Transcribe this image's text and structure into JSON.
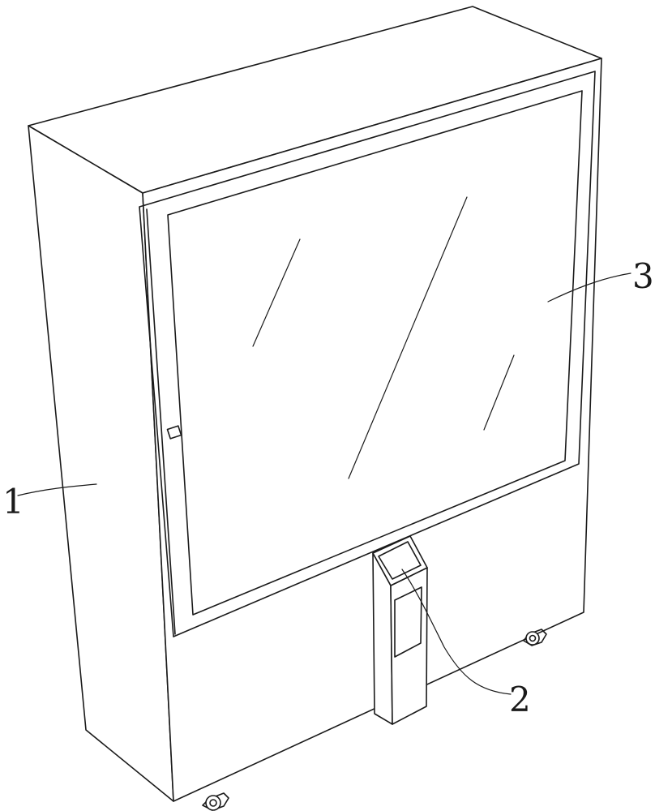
{
  "figure": {
    "reference_labels": {
      "cabinet_body": "1",
      "control_post": "2",
      "glass_door": "3"
    }
  }
}
